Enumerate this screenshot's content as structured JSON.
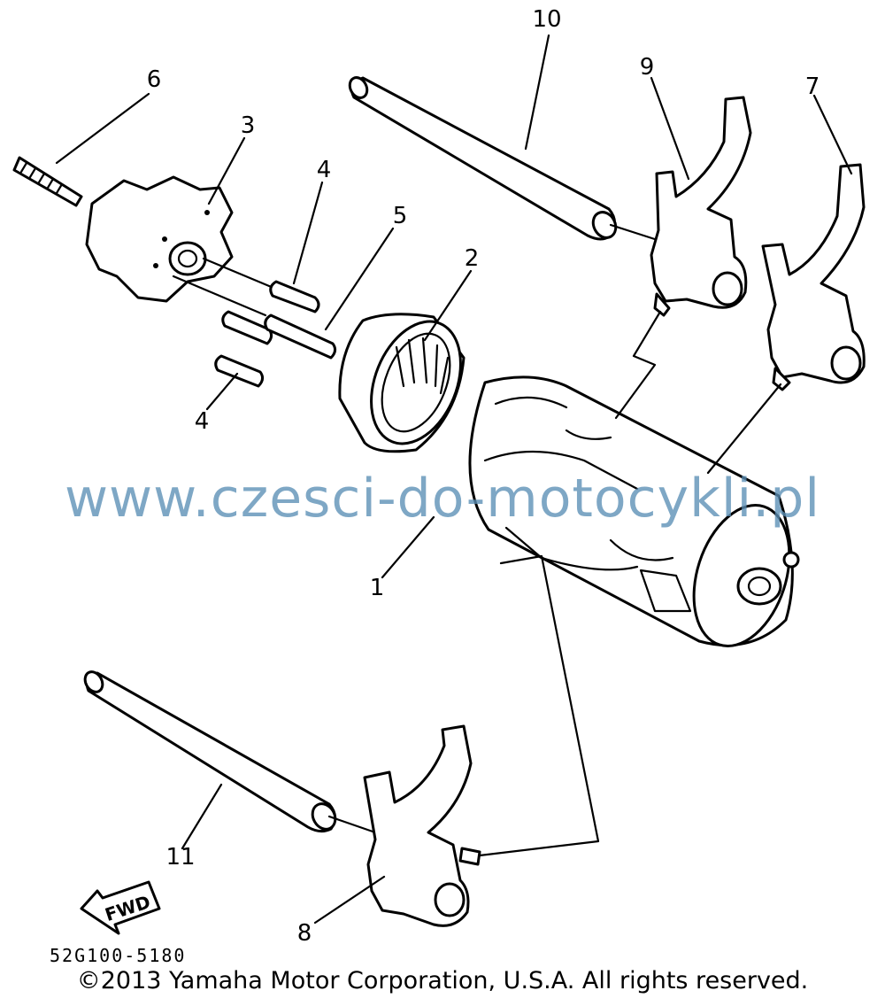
{
  "diagram": {
    "callouts": [
      "10",
      "9",
      "7",
      "6",
      "3",
      "4",
      "5",
      "2",
      "4",
      "1",
      "11",
      "8"
    ],
    "forward_label": "FWD",
    "reference_code": "52G100-5180",
    "watermark": "www.czesci-do-motocykli.pl",
    "copyright": "©2013 Yamaha Motor Corporation, U.S.A. All rights reserved."
  }
}
